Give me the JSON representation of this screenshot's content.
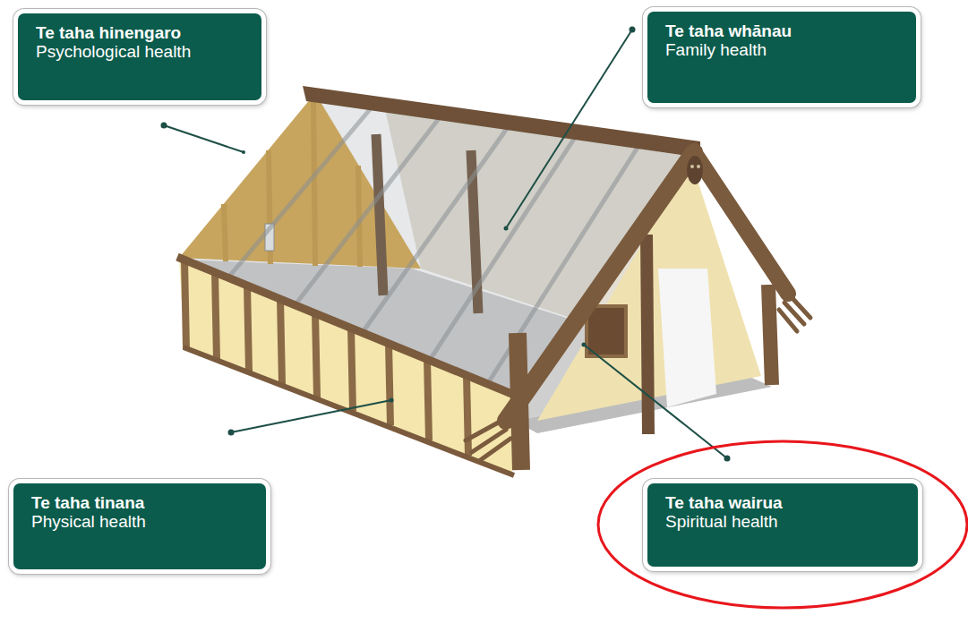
{
  "diagram": {
    "nodes": [
      {
        "text": [
          "Te taha hinengaro",
          "Psychological health"
        ]
      },
      {
        "text": [
          "Te taha whānau",
          "Family health"
        ]
      },
      {
        "text": [
          "Te taha tinana",
          "Physical health"
        ]
      },
      {
        "text": [
          "Te taha wairua",
          "Spiritual health"
        ]
      }
    ]
  }
}
